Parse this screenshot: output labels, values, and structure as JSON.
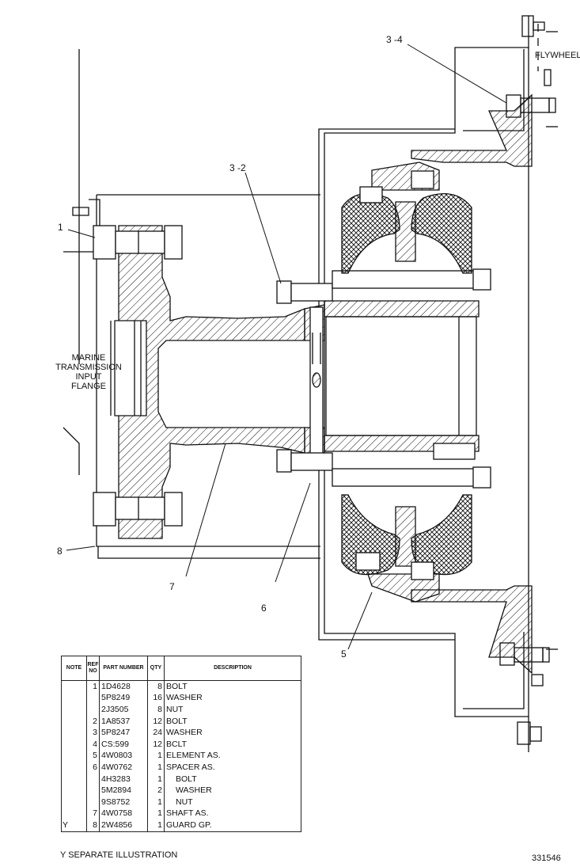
{
  "callouts": {
    "c1": "1",
    "c3_2": "3 -2",
    "c3_4": "3 -4",
    "c5": "5",
    "c6": "6",
    "c7": "7",
    "c8": "8"
  },
  "labels": {
    "flywheel": "FLYWHEEL",
    "marine_lines": [
      "MARINE",
      "TRANSMISSION",
      "INPUT",
      "FLANGE"
    ]
  },
  "table": {
    "headers": {
      "note": "NOTE",
      "ref": "REF NO",
      "part": "PART NUMBER",
      "qty": "QTY",
      "desc": "DESCRIPTION"
    },
    "rows": [
      {
        "note": "",
        "ref": "1",
        "part": "1D4628",
        "qty": "8",
        "desc": "BOLT"
      },
      {
        "note": "",
        "ref": "",
        "part": "5P8249",
        "qty": "16",
        "desc": "WASHER"
      },
      {
        "note": "",
        "ref": "",
        "part": "2J3505",
        "qty": "8",
        "desc": "NUT"
      },
      {
        "note": "",
        "ref": "2",
        "part": "1A8537",
        "qty": "12",
        "desc": "BOLT"
      },
      {
        "note": "",
        "ref": "3",
        "part": "5P8247",
        "qty": "24",
        "desc": "WASHER"
      },
      {
        "note": "",
        "ref": "4",
        "part": "CS:599",
        "qty": "12",
        "desc": "BCLT"
      },
      {
        "note": "",
        "ref": "5",
        "part": "4W0803",
        "qty": "1",
        "desc": "ELEMENT  AS."
      },
      {
        "note": "",
        "ref": "6",
        "part": "4W0762",
        "qty": "1",
        "desc": "SPACER  AS."
      },
      {
        "note": "",
        "ref": "",
        "part": "4H3283",
        "qty": "1",
        "desc": "BOLT"
      },
      {
        "note": "",
        "ref": "",
        "part": "5M2894",
        "qty": "2",
        "desc": "WASHER"
      },
      {
        "note": "",
        "ref": "",
        "part": "9S8752",
        "qty": "1",
        "desc": "NUT"
      },
      {
        "note": "",
        "ref": "7",
        "part": "4W0758",
        "qty": "1",
        "desc": "SHAFT  AS."
      },
      {
        "note": "Y",
        "ref": "8",
        "part": "2W4856",
        "qty": "1",
        "desc": "GUARD  GP."
      }
    ],
    "indented_rows": [
      8,
      9,
      10
    ]
  },
  "footnote": "Y    SEPARATE  ILLUSTRATION",
  "illustration_id": "331546"
}
